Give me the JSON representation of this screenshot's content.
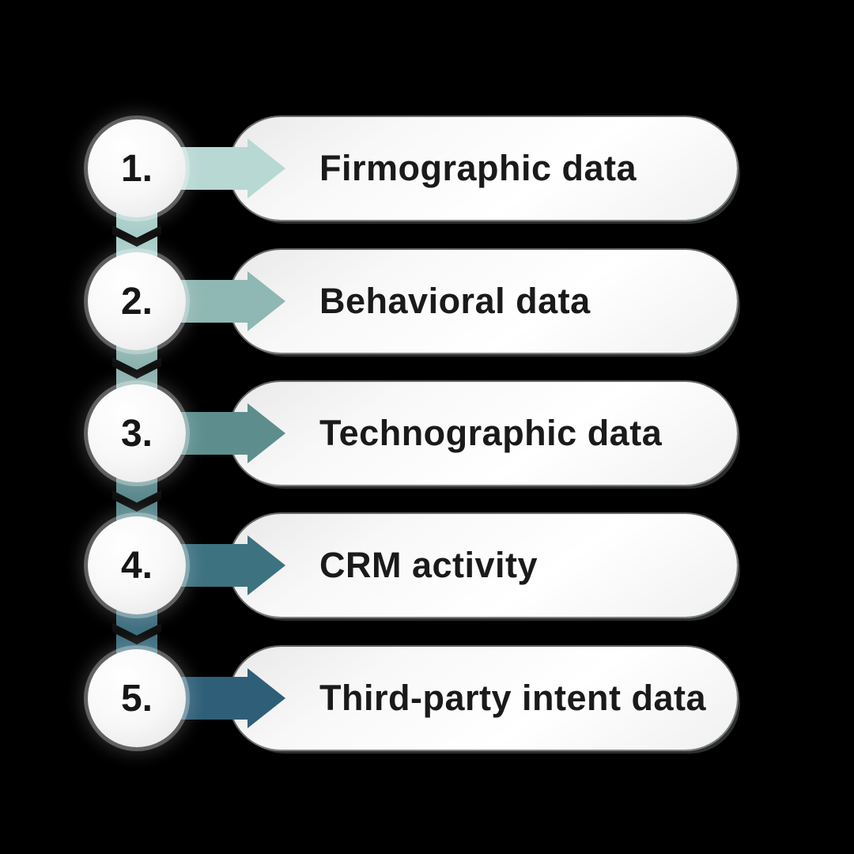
{
  "background_color": "#000000",
  "text_color": "#1a1a1a",
  "chevron_color": "#0e0e0e",
  "steps": [
    {
      "number": "1.",
      "label": "Firmographic data",
      "arrow_color": "#b8d8d4"
    },
    {
      "number": "2.",
      "label": "Behavioral data",
      "arrow_color": "#8fb7b3"
    },
    {
      "number": "3.",
      "label": "Technographic data",
      "arrow_color": "#5d8e8d"
    },
    {
      "number": "4.",
      "label": "CRM activity",
      "arrow_color": "#3d7280"
    },
    {
      "number": "5.",
      "label": "Third-party intent data",
      "arrow_color": "#2f5f78"
    }
  ],
  "connectors": [
    {
      "color": "#a6cdc9"
    },
    {
      "color": "#8ab1ae"
    },
    {
      "color": "#57878b"
    },
    {
      "color": "#3c6d7e"
    }
  ]
}
